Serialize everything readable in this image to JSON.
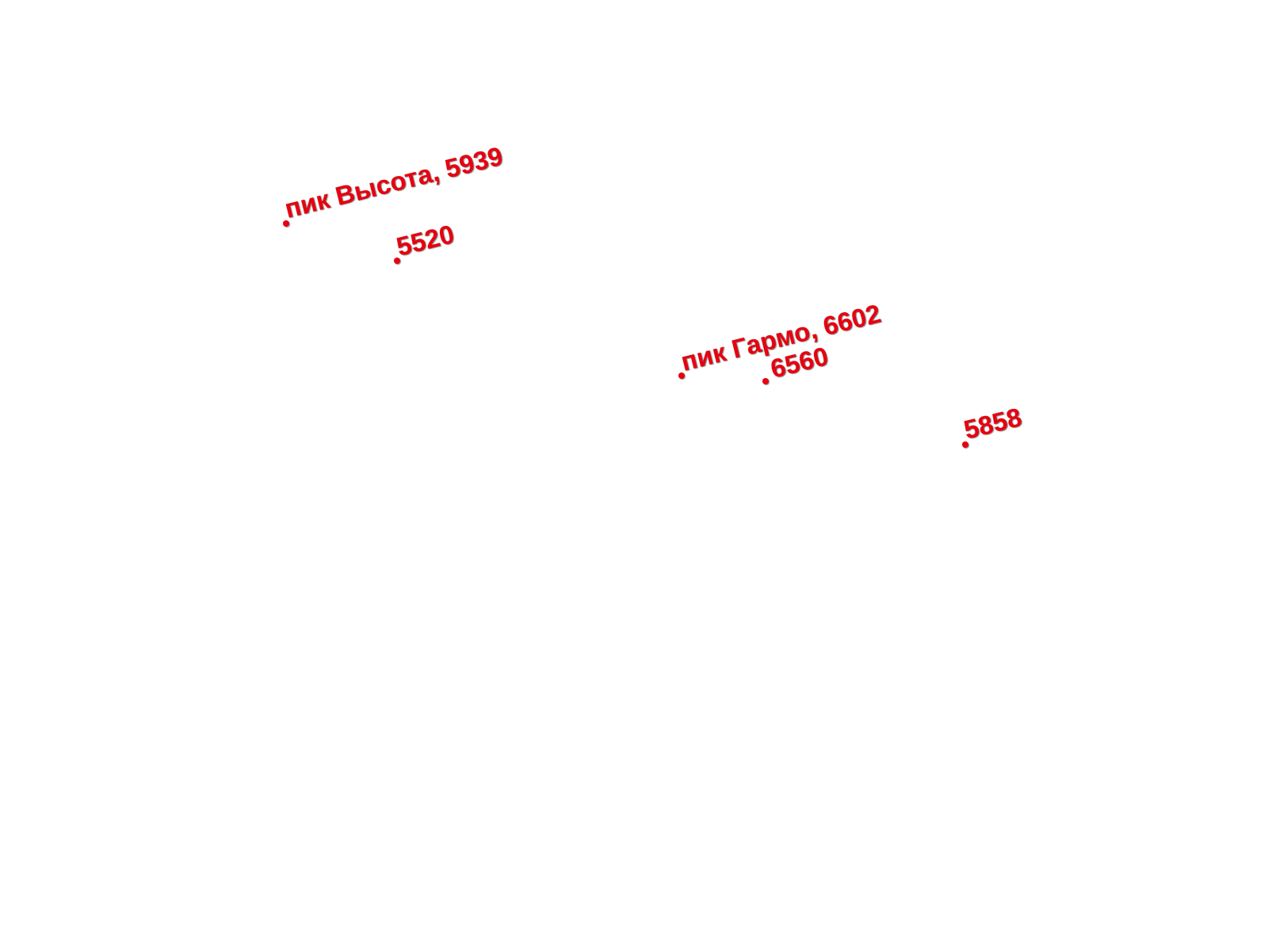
{
  "map": {
    "label_color": "#e8000f",
    "peaks": [
      {
        "id": "vysota",
        "label": "пик Высота, 5939"
      },
      {
        "id": "p5520",
        "label": "5520"
      },
      {
        "id": "garmo",
        "label": "пик Гармо, 6602"
      },
      {
        "id": "p6560",
        "label": "6560"
      },
      {
        "id": "p5858",
        "label": "5858"
      }
    ]
  }
}
